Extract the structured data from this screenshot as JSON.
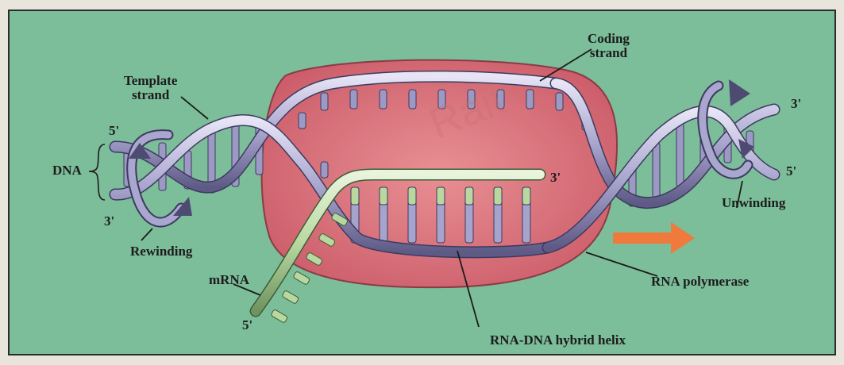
{
  "labels": {
    "coding_strand": "Coding\nstrand",
    "template_strand": "Template\nstrand",
    "dna": "DNA",
    "five_prime_left": "5'",
    "three_prime_left": "3'",
    "three_prime_right": "3'",
    "five_prime_right": "5'",
    "three_prime_rna": "3'",
    "five_prime_mrna": "5'",
    "rewinding": "Rewinding",
    "unwinding": "Unwinding",
    "mrna": "mRNA",
    "rna_polymerase": "RNA polymerase",
    "hybrid_helix": "RNA-DNA hybrid helix"
  },
  "watermark": "Rait",
  "colors": {
    "background": "#7cbd9a",
    "polymerase": "#d9727a",
    "dna_strand": "#a9a6cf",
    "rna_strand": "#b8d8a0",
    "arrow": "#f07a3c"
  }
}
